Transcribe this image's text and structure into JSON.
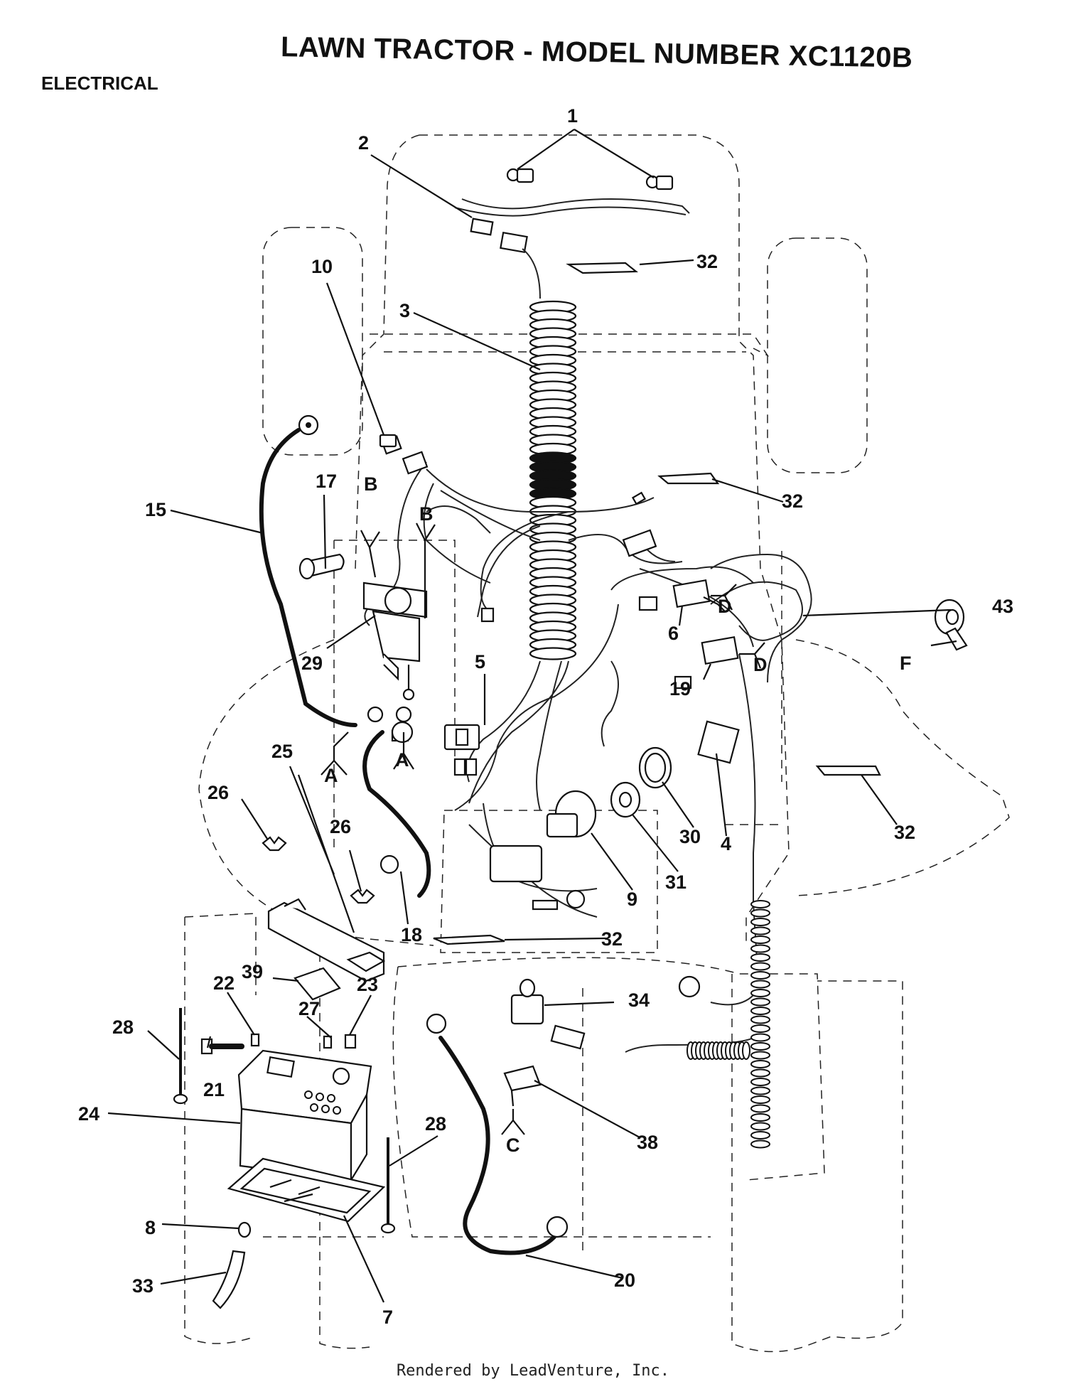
{
  "header": {
    "title": "LAWN TRACTOR - MODEL NUMBER XC1120B",
    "section": "ELECTRICAL"
  },
  "footer": {
    "credit": "Rendered by LeadVenture, Inc."
  },
  "callouts": {
    "c1": "1",
    "c2": "2",
    "c3": "3",
    "c4": "4",
    "c5": "5",
    "c6": "6",
    "c7": "7",
    "c8": "8",
    "c9": "9",
    "c10": "10",
    "c15": "15",
    "c17": "17",
    "c18": "18",
    "c19": "19",
    "c20": "20",
    "c21": "21",
    "c22": "22",
    "c23": "23",
    "c24": "24",
    "c25": "25",
    "c26a": "26",
    "c26b": "26",
    "c27": "27",
    "c28a": "28",
    "c28b": "28",
    "c29": "29",
    "c30": "30",
    "c31": "31",
    "c32a": "32",
    "c32b": "32",
    "c32c": "32",
    "c32d": "32",
    "c33": "33",
    "c34": "34",
    "c38": "38",
    "c39": "39",
    "c43": "43",
    "lA1": "A",
    "lA2": "A",
    "lB1": "B",
    "lB2": "B",
    "lC": "C",
    "lD1": "D",
    "lD2": "D",
    "lF": "F"
  }
}
